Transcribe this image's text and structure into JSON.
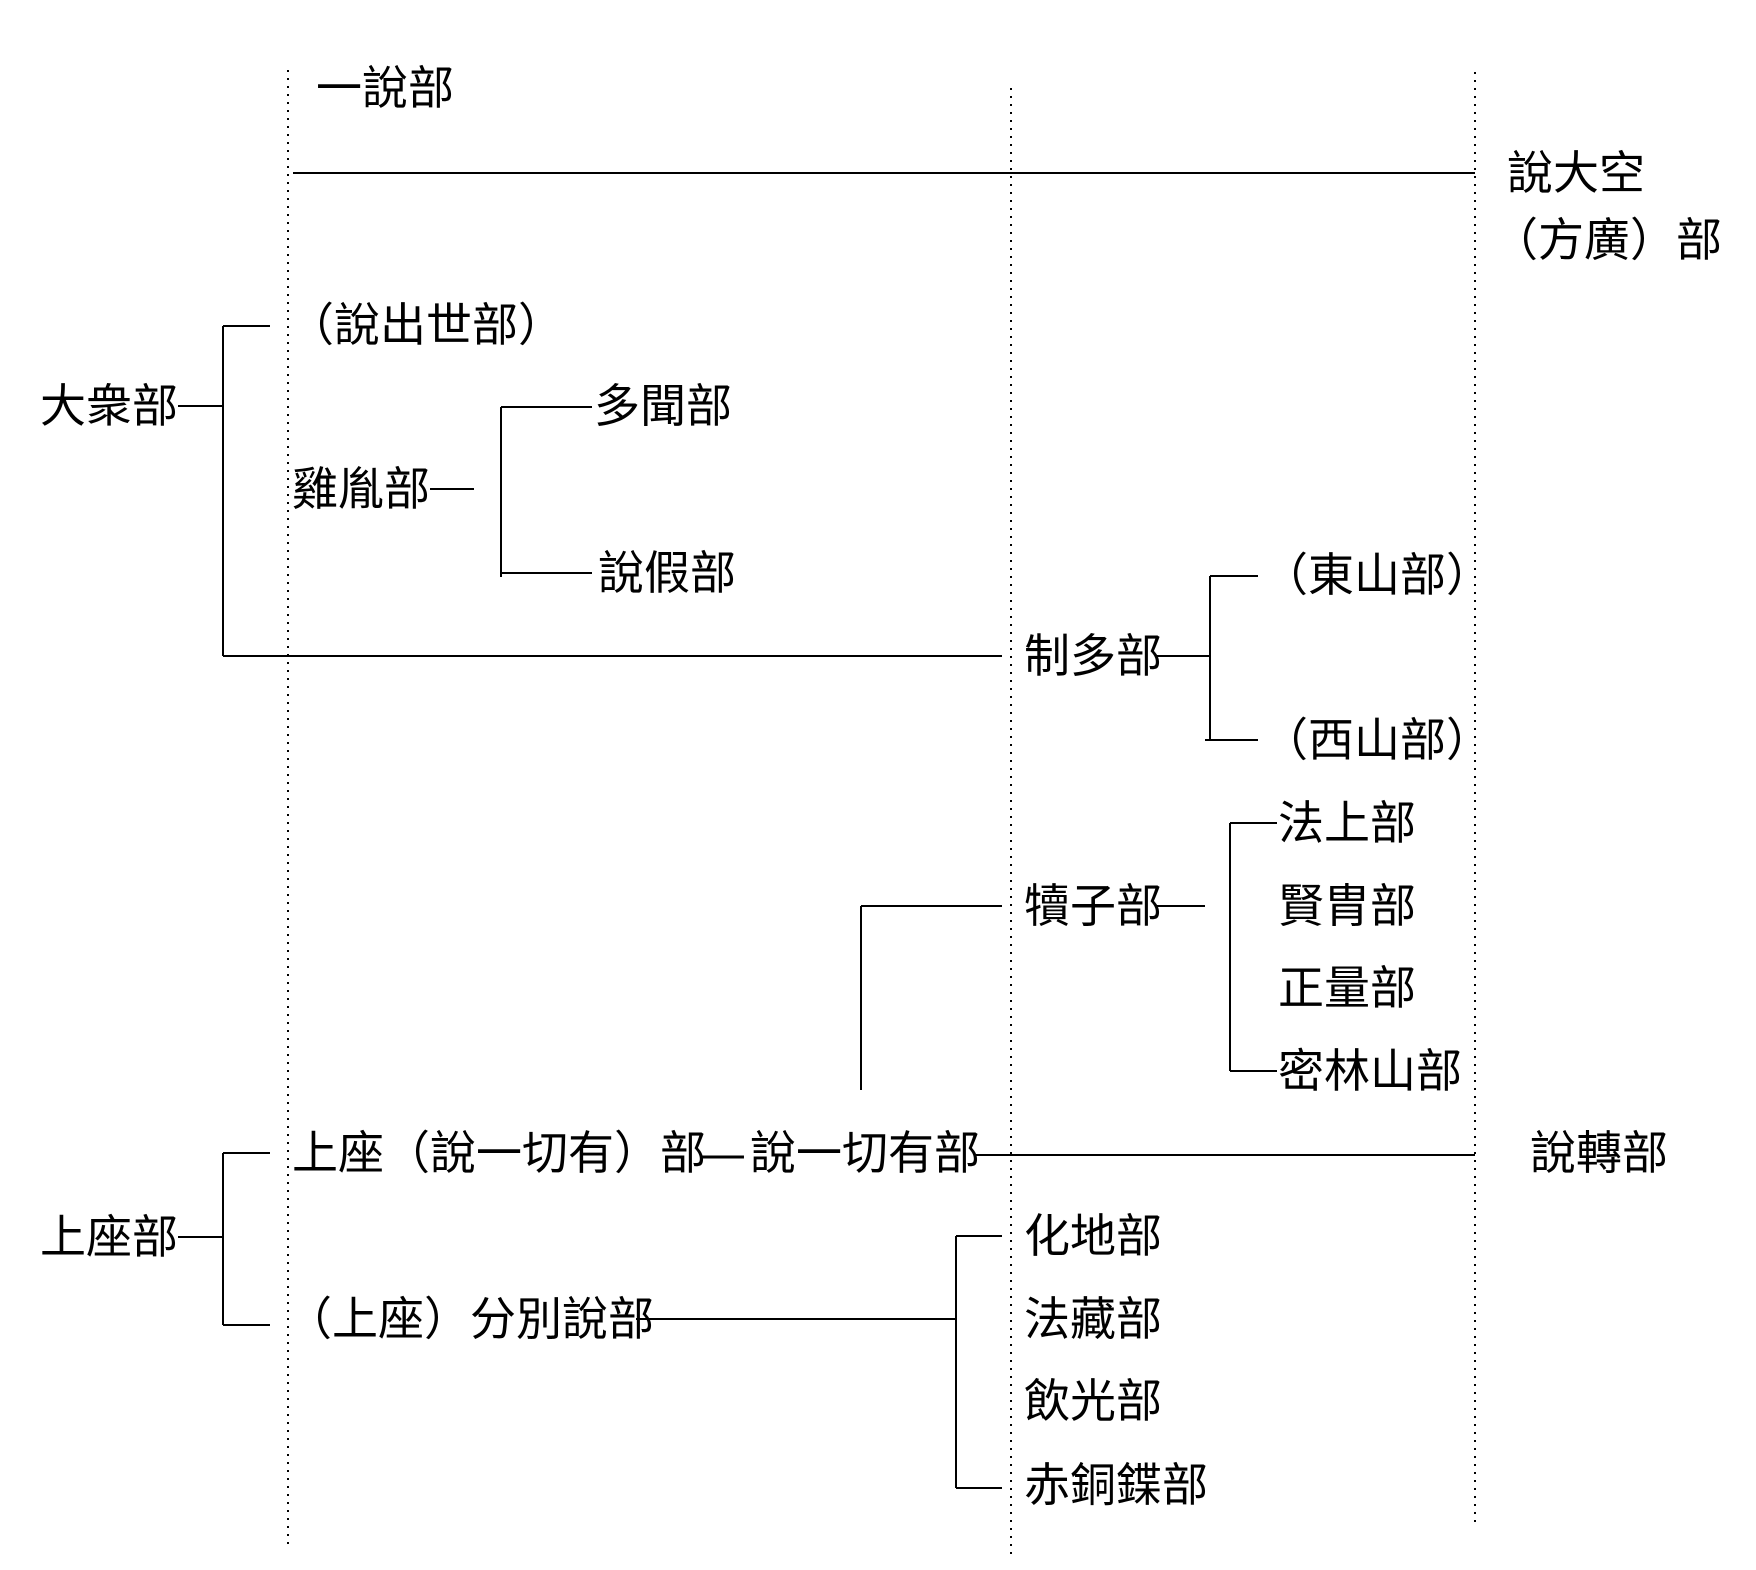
{
  "colors": {
    "line": "#000000",
    "text": "#000000",
    "background": "#ffffff"
  },
  "nodes": {
    "yishuo": "一說部",
    "shuo_dakong_1": "說大空",
    "shuo_dakong_2": "（方廣）部",
    "dazhong": "大衆部",
    "chushi": "（說出世部）",
    "jiyin": "雞胤部",
    "duowen": "多聞部",
    "shuojia": "說假部",
    "dongshan": "（東山部）",
    "zhiduo": "制多部",
    "xishan": "（西山部）",
    "fashang": "法上部",
    "duzi": "犢子部",
    "xianzhou": "賢胄部",
    "zhengliang": "正量部",
    "milin": "密林山部",
    "shangzuo_yiqie": "上座（說一切有）部",
    "shuo_yiqie": "說一切有部",
    "shuozhuan": "說轉部",
    "shangzuo": "上座部",
    "huadi": "化地部",
    "fenbie": "（上座）分別說部",
    "fazang": "法藏部",
    "yinguang": "飲光部",
    "chitong": "赤銅鍱部"
  }
}
